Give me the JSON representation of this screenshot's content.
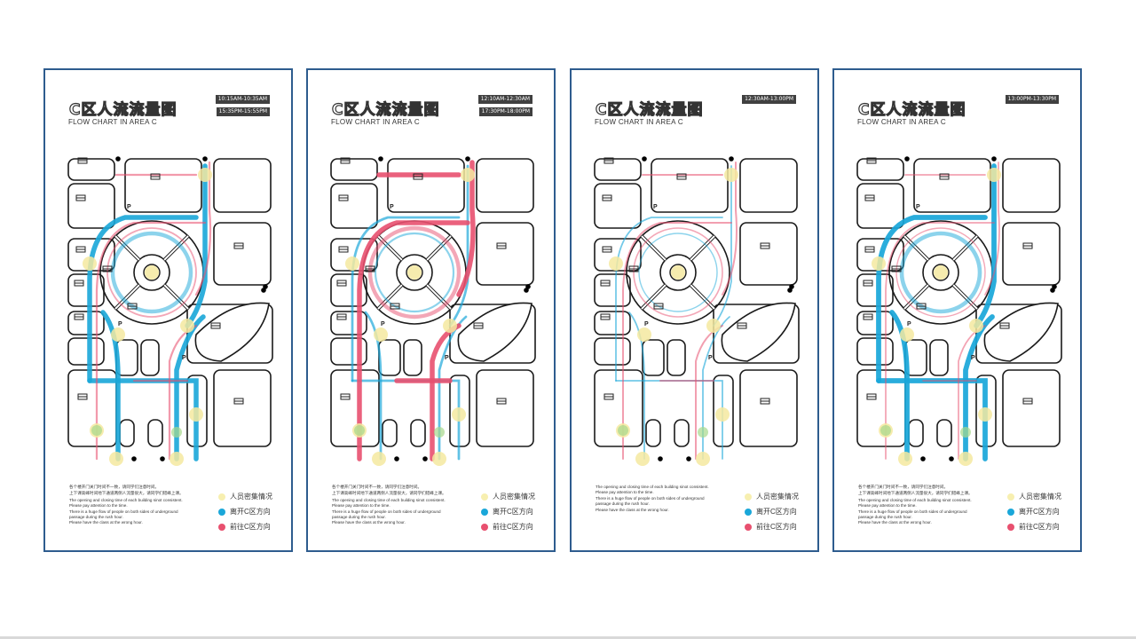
{
  "posters": [
    {
      "title": "C区人流流量图",
      "subtitle": "FLOW CHART IN AREA C",
      "times": [
        "10:15AM-10:35AM",
        "15:35PM-15:55PM"
      ]
    },
    {
      "title": "C区人流流量图",
      "subtitle": "FLOW CHART IN AREA C",
      "times": [
        "12:10AM-12:30AM",
        "17:30PM-18:00PM"
      ]
    },
    {
      "title": "C区人流流量图",
      "subtitle": "FLOW CHART IN AREA C",
      "times": [
        "12:30AM-13:00PM"
      ]
    },
    {
      "title": "C区人流流量图",
      "subtitle": "FLOW CHART IN AREA C",
      "times": [
        "13:00PM-13:30PM"
      ]
    }
  ],
  "notes": {
    "cn_line1": "各个楼开门关门时间不一致，请同学们注意时间。",
    "cn_line2": "上下课高峰时间地下通道两侧人流量很大，请同学们错峰上课。",
    "en_line1": "The opening and closing time of each building sinot consistent.",
    "en_line2": "Please pay attention to the time.",
    "en_line3": "There is a huge flow of people on both sides of underground",
    "en_line4": "passage during the rush hour.",
    "en_line5": "Please have the class at the wrong hour."
  },
  "legend": [
    {
      "label": "人员密集情况",
      "color": "#f7efb0"
    },
    {
      "label": "离开C区方向",
      "color": "#1aa7d9"
    },
    {
      "label": "前往C区方向",
      "color": "#e8506f"
    }
  ],
  "map": {
    "parking_label": "P",
    "colors": {
      "outline": "#1a1a1a",
      "blue": "#1aa7d9",
      "red": "#e8506f",
      "yellow": "#f4e9a0",
      "green": "#a6d98b"
    },
    "flow_intensity": [
      {
        "blue": 0.9,
        "red": 0.25
      },
      {
        "blue": 0.35,
        "red": 0.9
      },
      {
        "blue": 0.15,
        "red": 0.2
      },
      {
        "blue": 0.95,
        "red": 0.15
      }
    ]
  }
}
